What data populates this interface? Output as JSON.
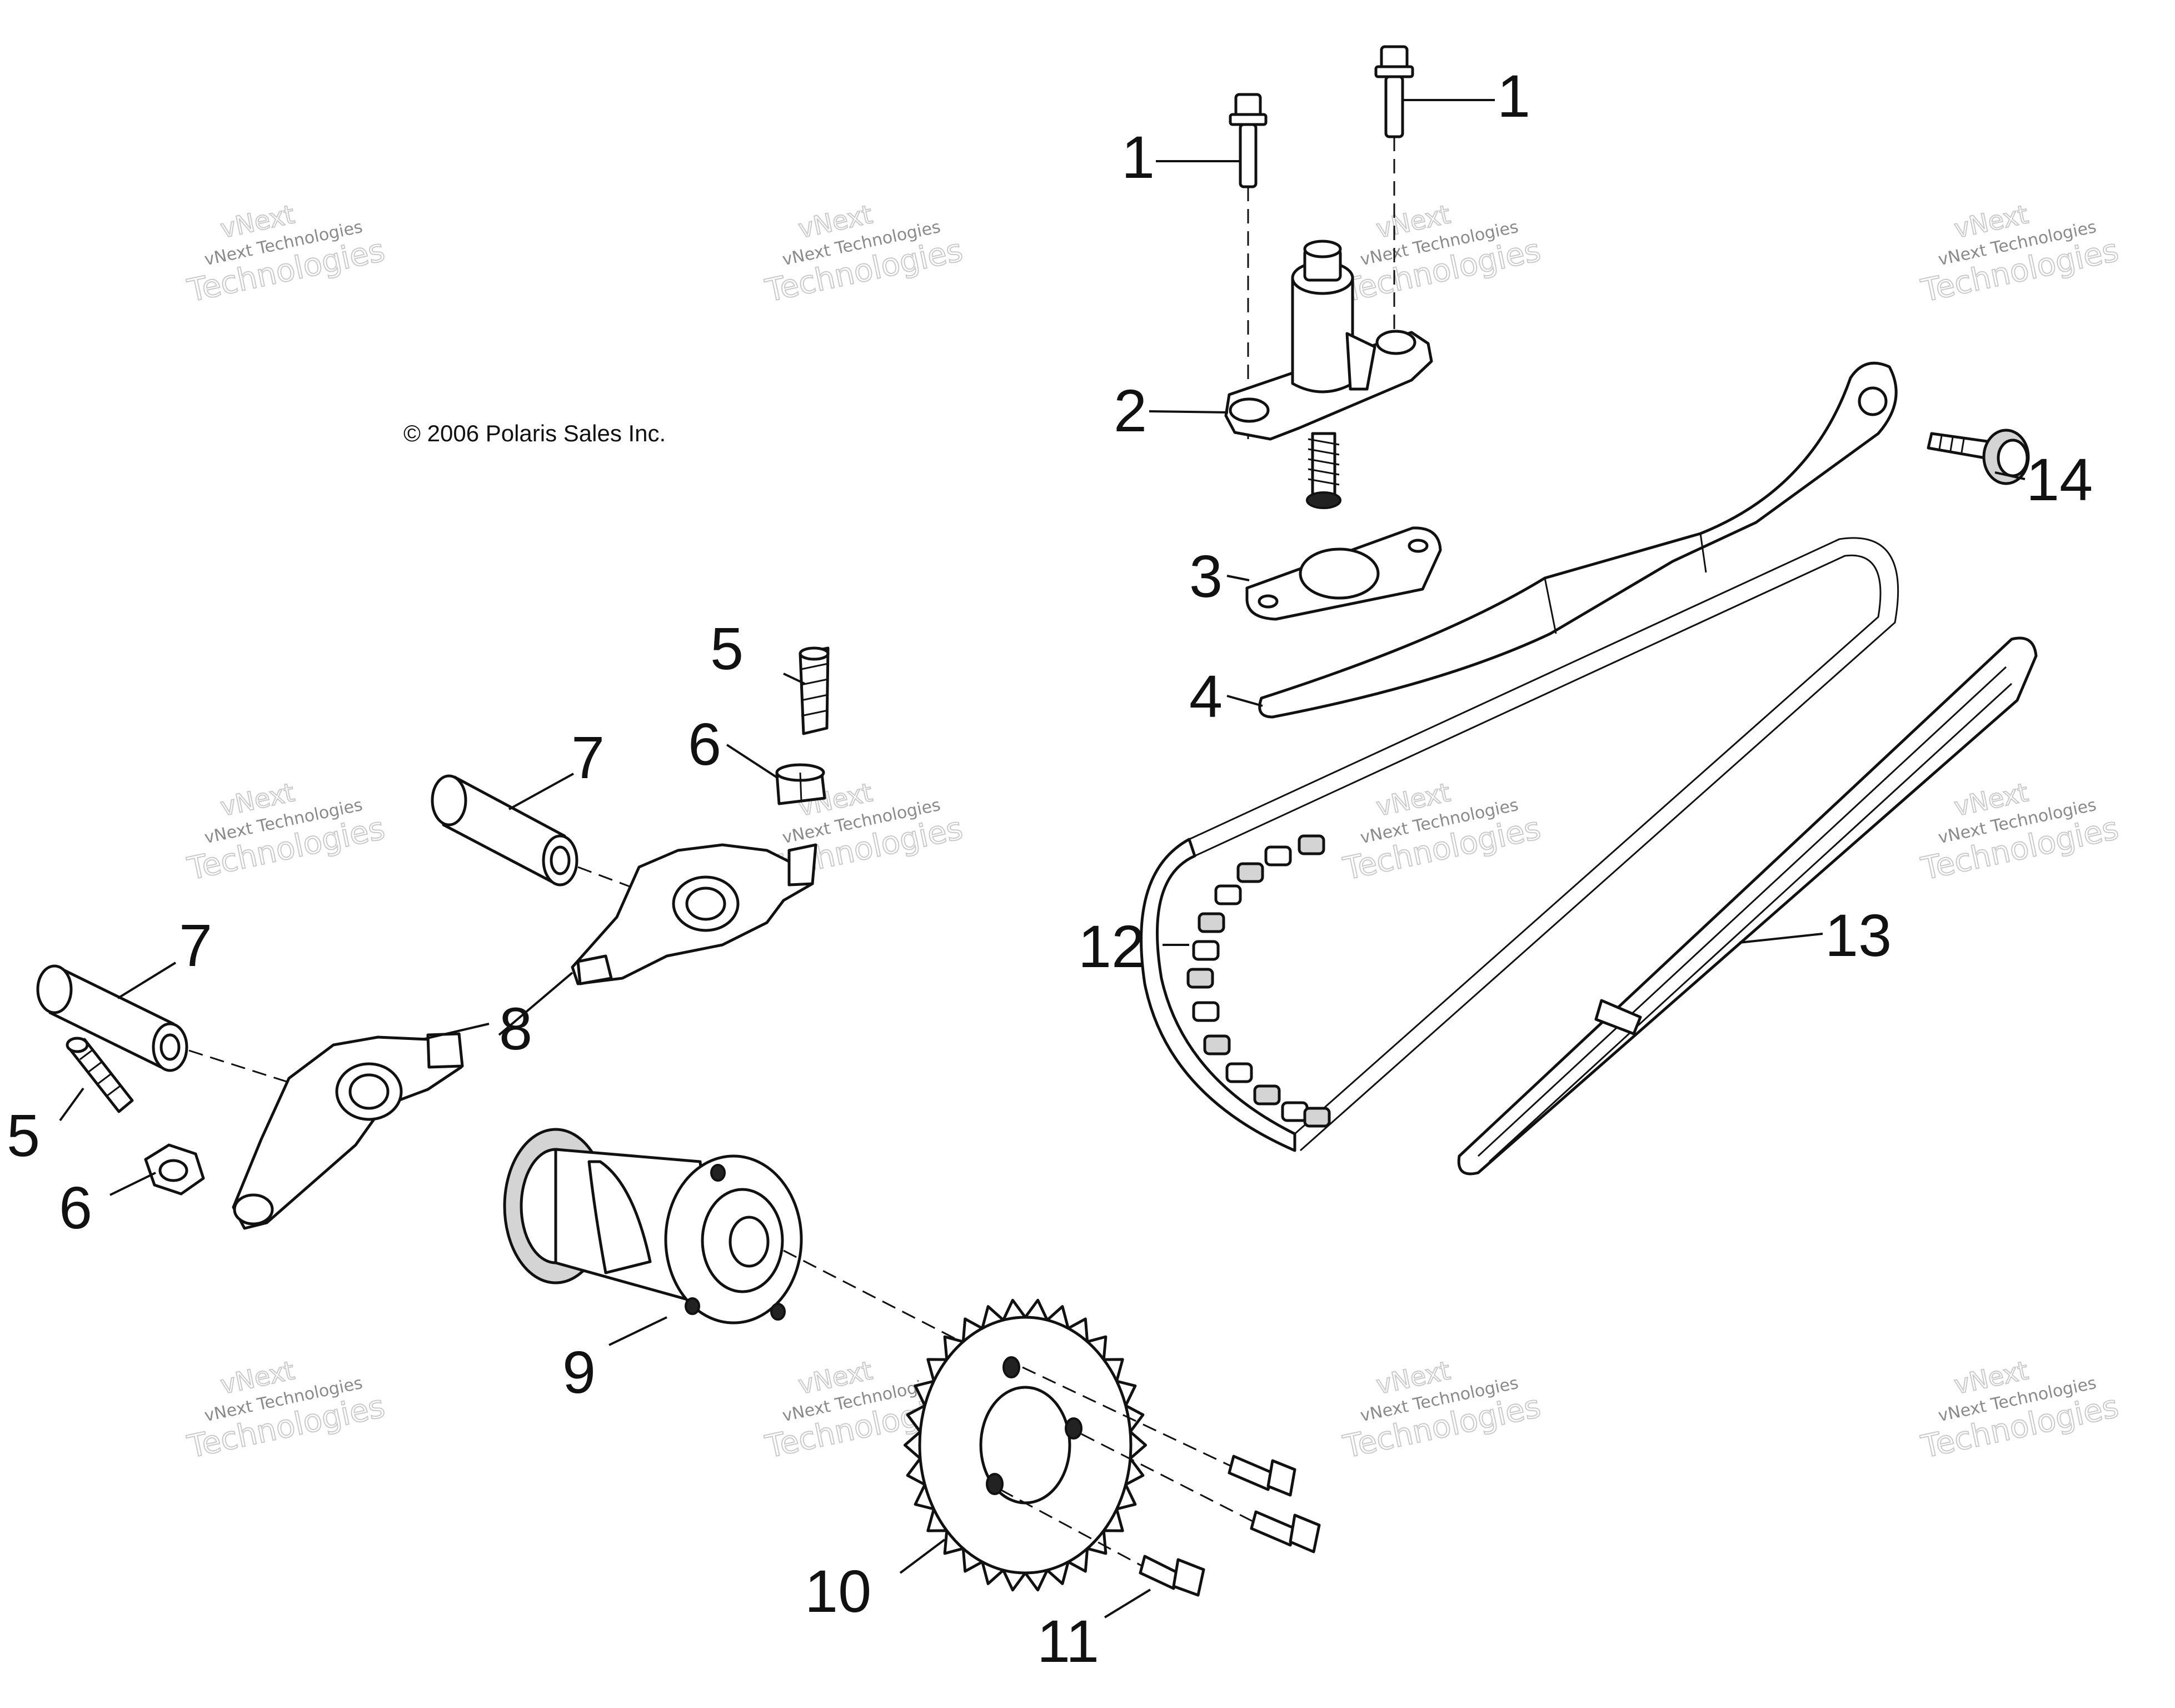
{
  "copyright": "© 2006 Polaris Sales Inc.",
  "watermark": {
    "line1": "vNext",
    "line2": "vNext Technologies",
    "line3": "Technologies"
  },
  "callouts": {
    "c1a": "1",
    "c1b": "1",
    "c2": "2",
    "c3": "3",
    "c4": "4",
    "c5a": "5",
    "c5b": "5",
    "c6a": "6",
    "c6b": "6",
    "c7a": "7",
    "c7b": "7",
    "c8": "8",
    "c9": "9",
    "c10": "10",
    "c11": "11",
    "c12": "12",
    "c13": "13",
    "c14": "14"
  }
}
